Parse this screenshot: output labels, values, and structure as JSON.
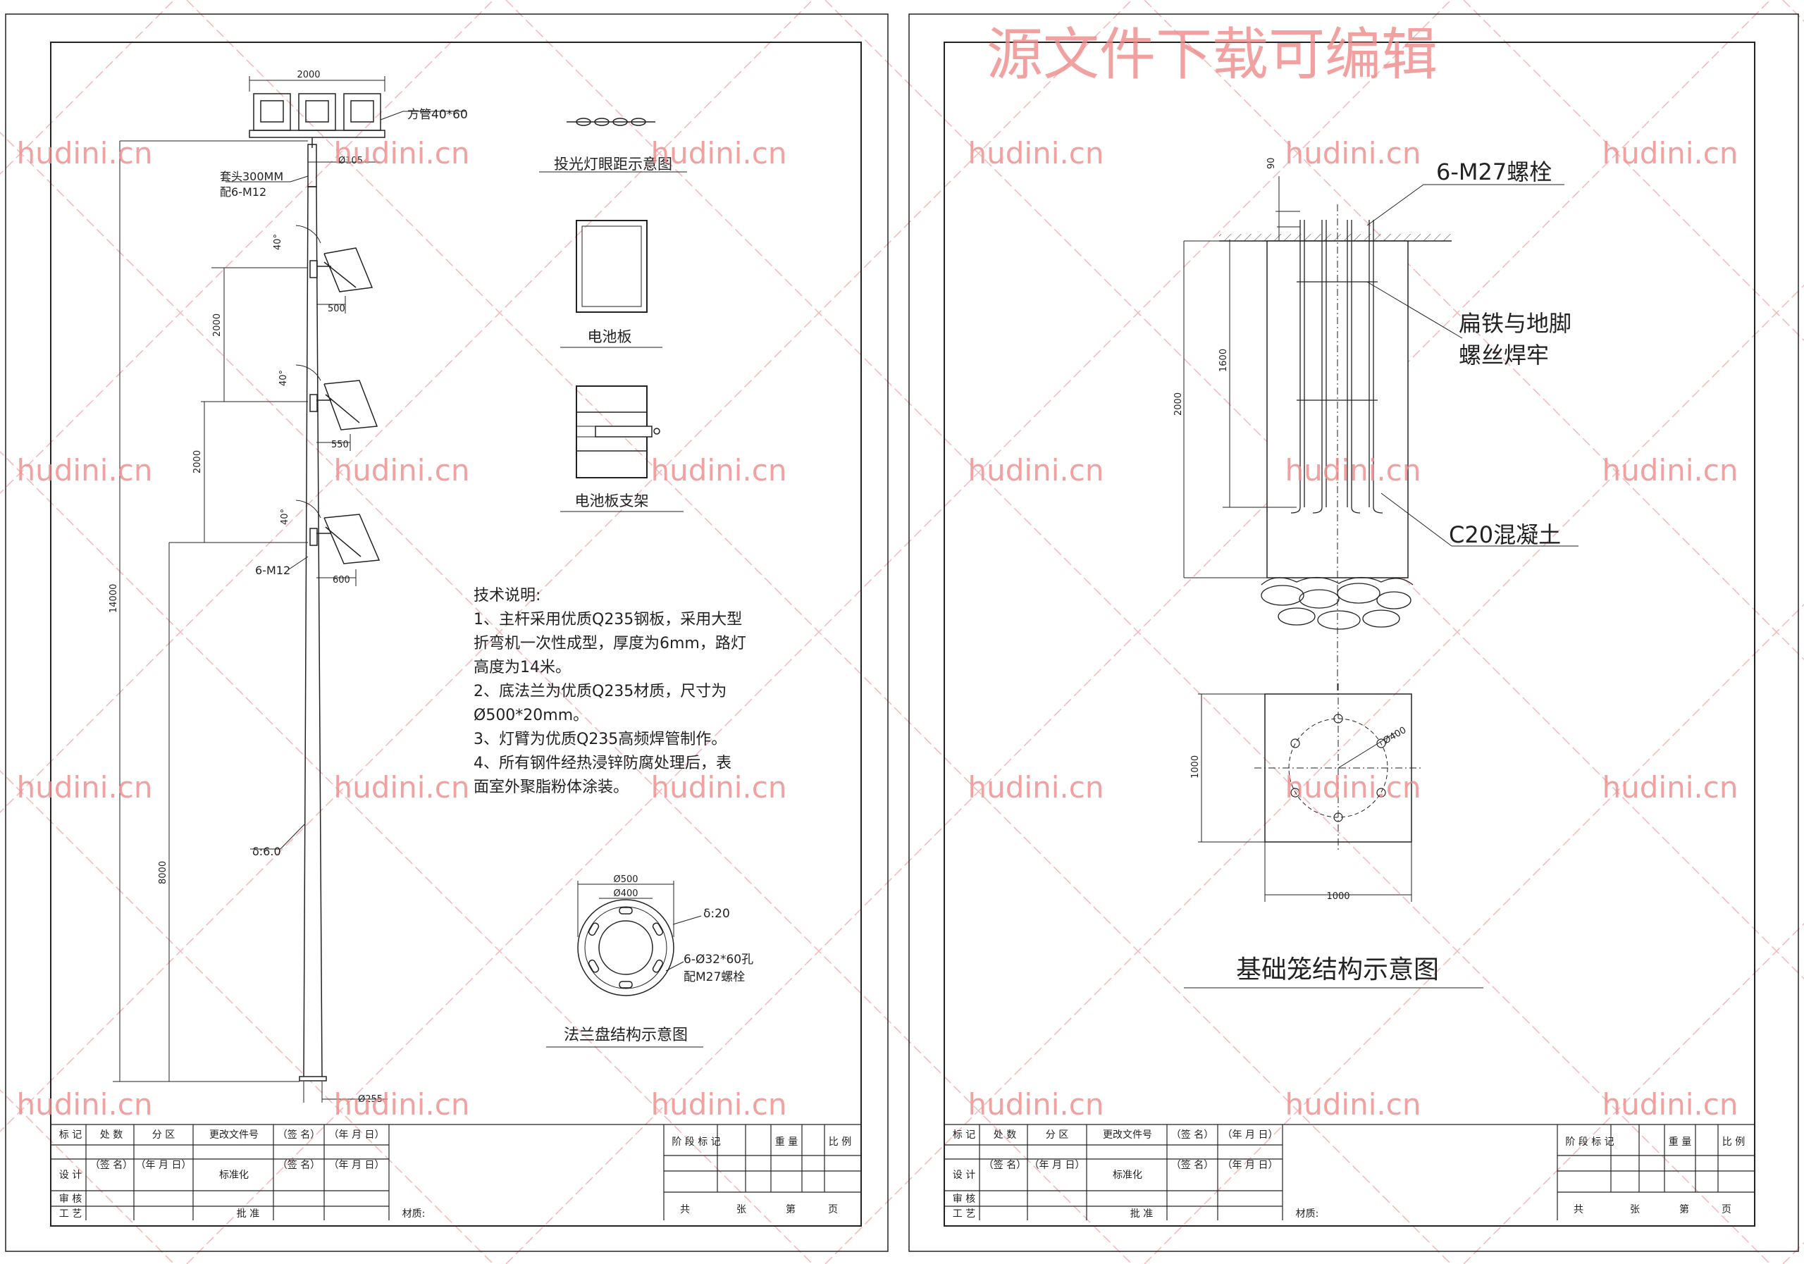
{
  "watermark": {
    "banner": "源文件下载可编辑",
    "site": "hudini.cn"
  },
  "left_sheet": {
    "dims": {
      "top_width": "2000",
      "tube": "方管40*60",
      "phi105": "Ø105",
      "sleeve_1": "套头300MM",
      "sleeve_2": "配6-M12",
      "angle_1": "40°",
      "angle_2": "40°",
      "angle_3": "40°",
      "arm_1": "500",
      "arm_2": "550",
      "arm_3": "600",
      "spacing_1": "2000",
      "spacing_2": "2000",
      "bolt_m12": "6-M12",
      "height_total": "14000",
      "height_lower": "8000",
      "thickness": "δ:6.0",
      "base_dia": "Ø255"
    },
    "legend": {
      "flood_spacing_title": "投光灯眼距示意图",
      "solar_panel_title": "电池板",
      "panel_bracket_title": "电池板支架"
    },
    "notes": {
      "heading": "技术说明:",
      "lines": [
        "1、主杆采用优质Q235钢板，采用大型",
        "折弯机一次性成型，厚度为6mm，路灯",
        "高度为14米。",
        "2、底法兰为优质Q235材质，尺寸为",
        "Ø500*20mm。",
        "3、灯臂为优质Q235高频焊管制作。",
        "4、所有钢件经热浸锌防腐处理后，表",
        "面室外聚脂粉体涂装。"
      ]
    },
    "flange": {
      "outer": "Ø500",
      "inner": "Ø400",
      "thickness": "δ:20",
      "holes_1": "6-Ø32*60孔",
      "holes_2": "配M27螺栓",
      "title": "法兰盘结构示意图"
    }
  },
  "right_sheet": {
    "labels": {
      "bolts": "6-M27螺栓",
      "weld_1": "扁铁与地脚",
      "weld_2": "螺丝焊牢",
      "concrete": "C20混凝土",
      "dim_90": "90",
      "dim_1600": "1600",
      "dim_2000": "2000",
      "dim_phi400": "Ø400",
      "dim_1000_v": "1000",
      "dim_1000_h": "1000"
    },
    "title": "基础笼结构示意图"
  },
  "title_block": {
    "mark": "标 记",
    "count": "处 数",
    "zone": "分 区",
    "change_doc": "更改文件号",
    "sign": "（签 名）",
    "date": "（年 月 日）",
    "design": "设 计",
    "standardize": "标准化",
    "review": "审 核",
    "process": "工 艺",
    "approve": "批 准",
    "material": "材质:",
    "stage_mark": "阶 段 标 记",
    "weight": "重 量",
    "scale": "比 例",
    "total": "共",
    "sheets": "张",
    "page_no": "第",
    "page": "页"
  }
}
